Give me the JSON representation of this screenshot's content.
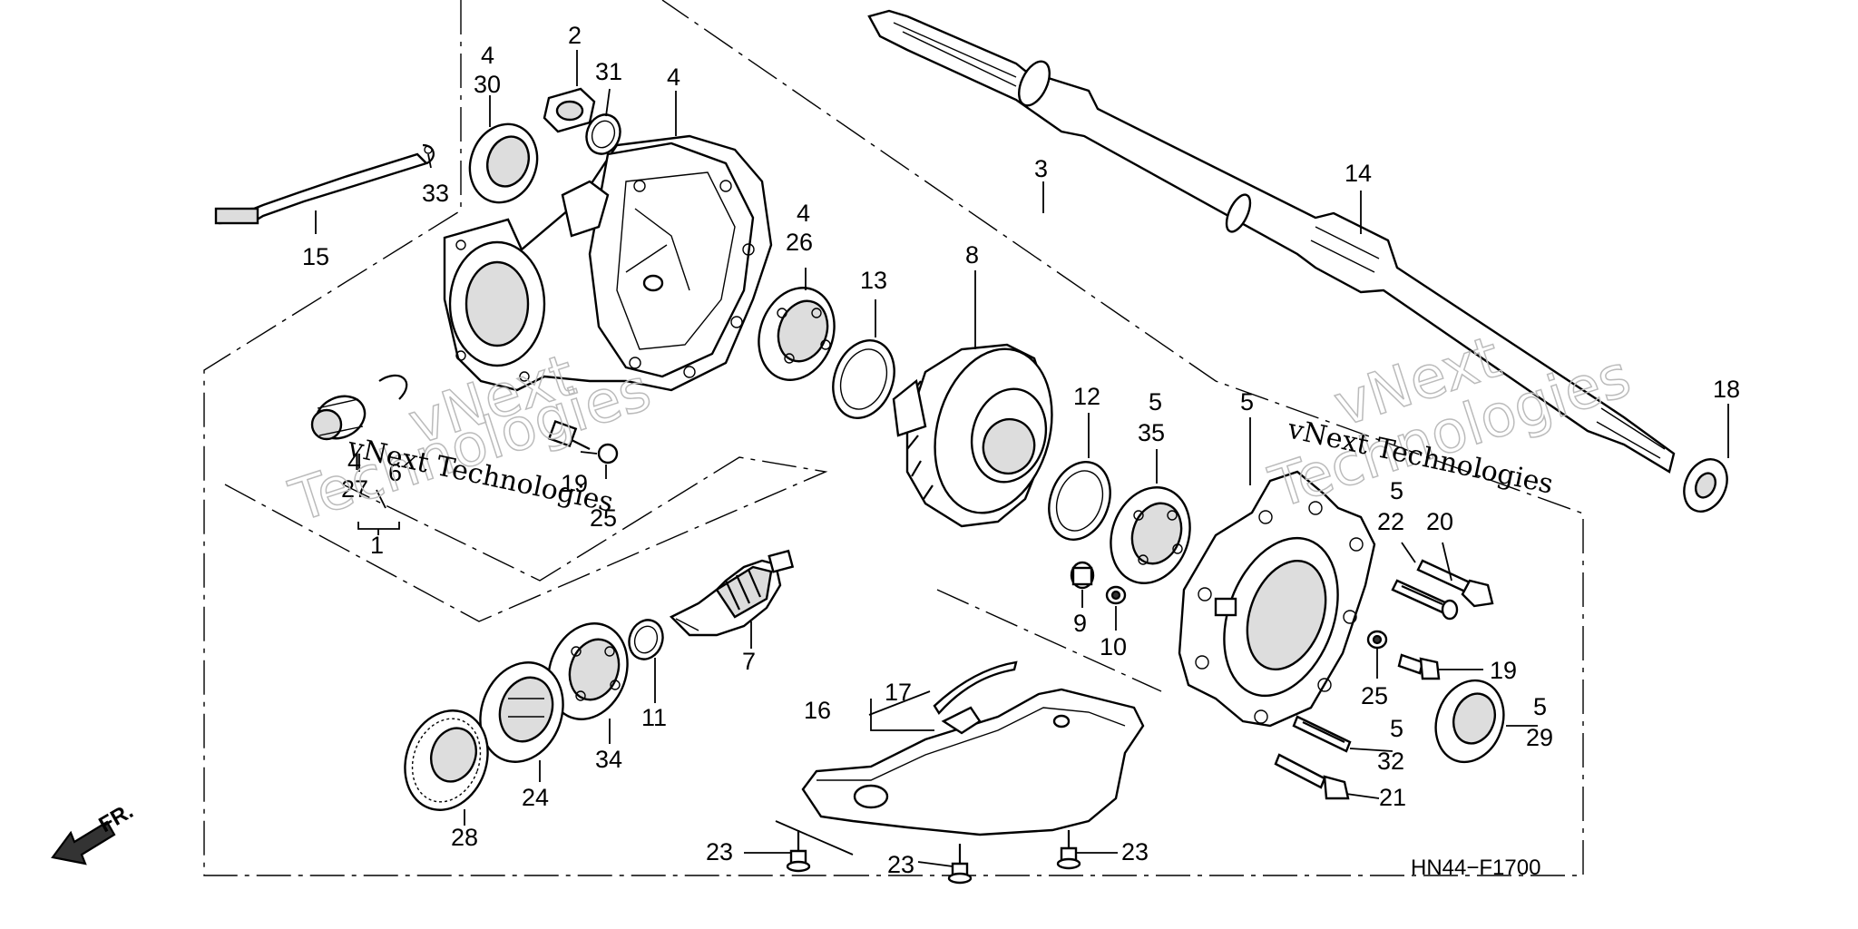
{
  "diagram": {
    "code": "HN44−F1700",
    "direction_label": "FR.",
    "watermark_text": "vNext Technologies",
    "watermark_outline_line1": "vNext",
    "watermark_outline_line2": "Technologies",
    "labels": {
      "l1": "1",
      "l2": "2",
      "l3": "3",
      "l4a": "4",
      "l4b": "4",
      "l4c": "4",
      "l4d": "4",
      "l5a": "5",
      "l5b": "5",
      "l5c": "5",
      "l5d": "5",
      "l5e": "5",
      "l6": "6",
      "l7": "7",
      "l8": "8",
      "l9": "9",
      "l10": "10",
      "l11": "11",
      "l12": "12",
      "l13": "13",
      "l14": "14",
      "l15": "15",
      "l16": "16",
      "l17": "17",
      "l18": "18",
      "l19a": "19",
      "l19b": "19",
      "l20": "20",
      "l21": "21",
      "l22": "22",
      "l23a": "23",
      "l23b": "23",
      "l23c": "23",
      "l24": "24",
      "l25a": "25",
      "l25b": "25",
      "l26": "26",
      "l27": "27",
      "l28": "28",
      "l29": "29",
      "l30": "30",
      "l31": "31",
      "l32": "32",
      "l33": "33",
      "l34": "34",
      "l35": "35"
    }
  }
}
